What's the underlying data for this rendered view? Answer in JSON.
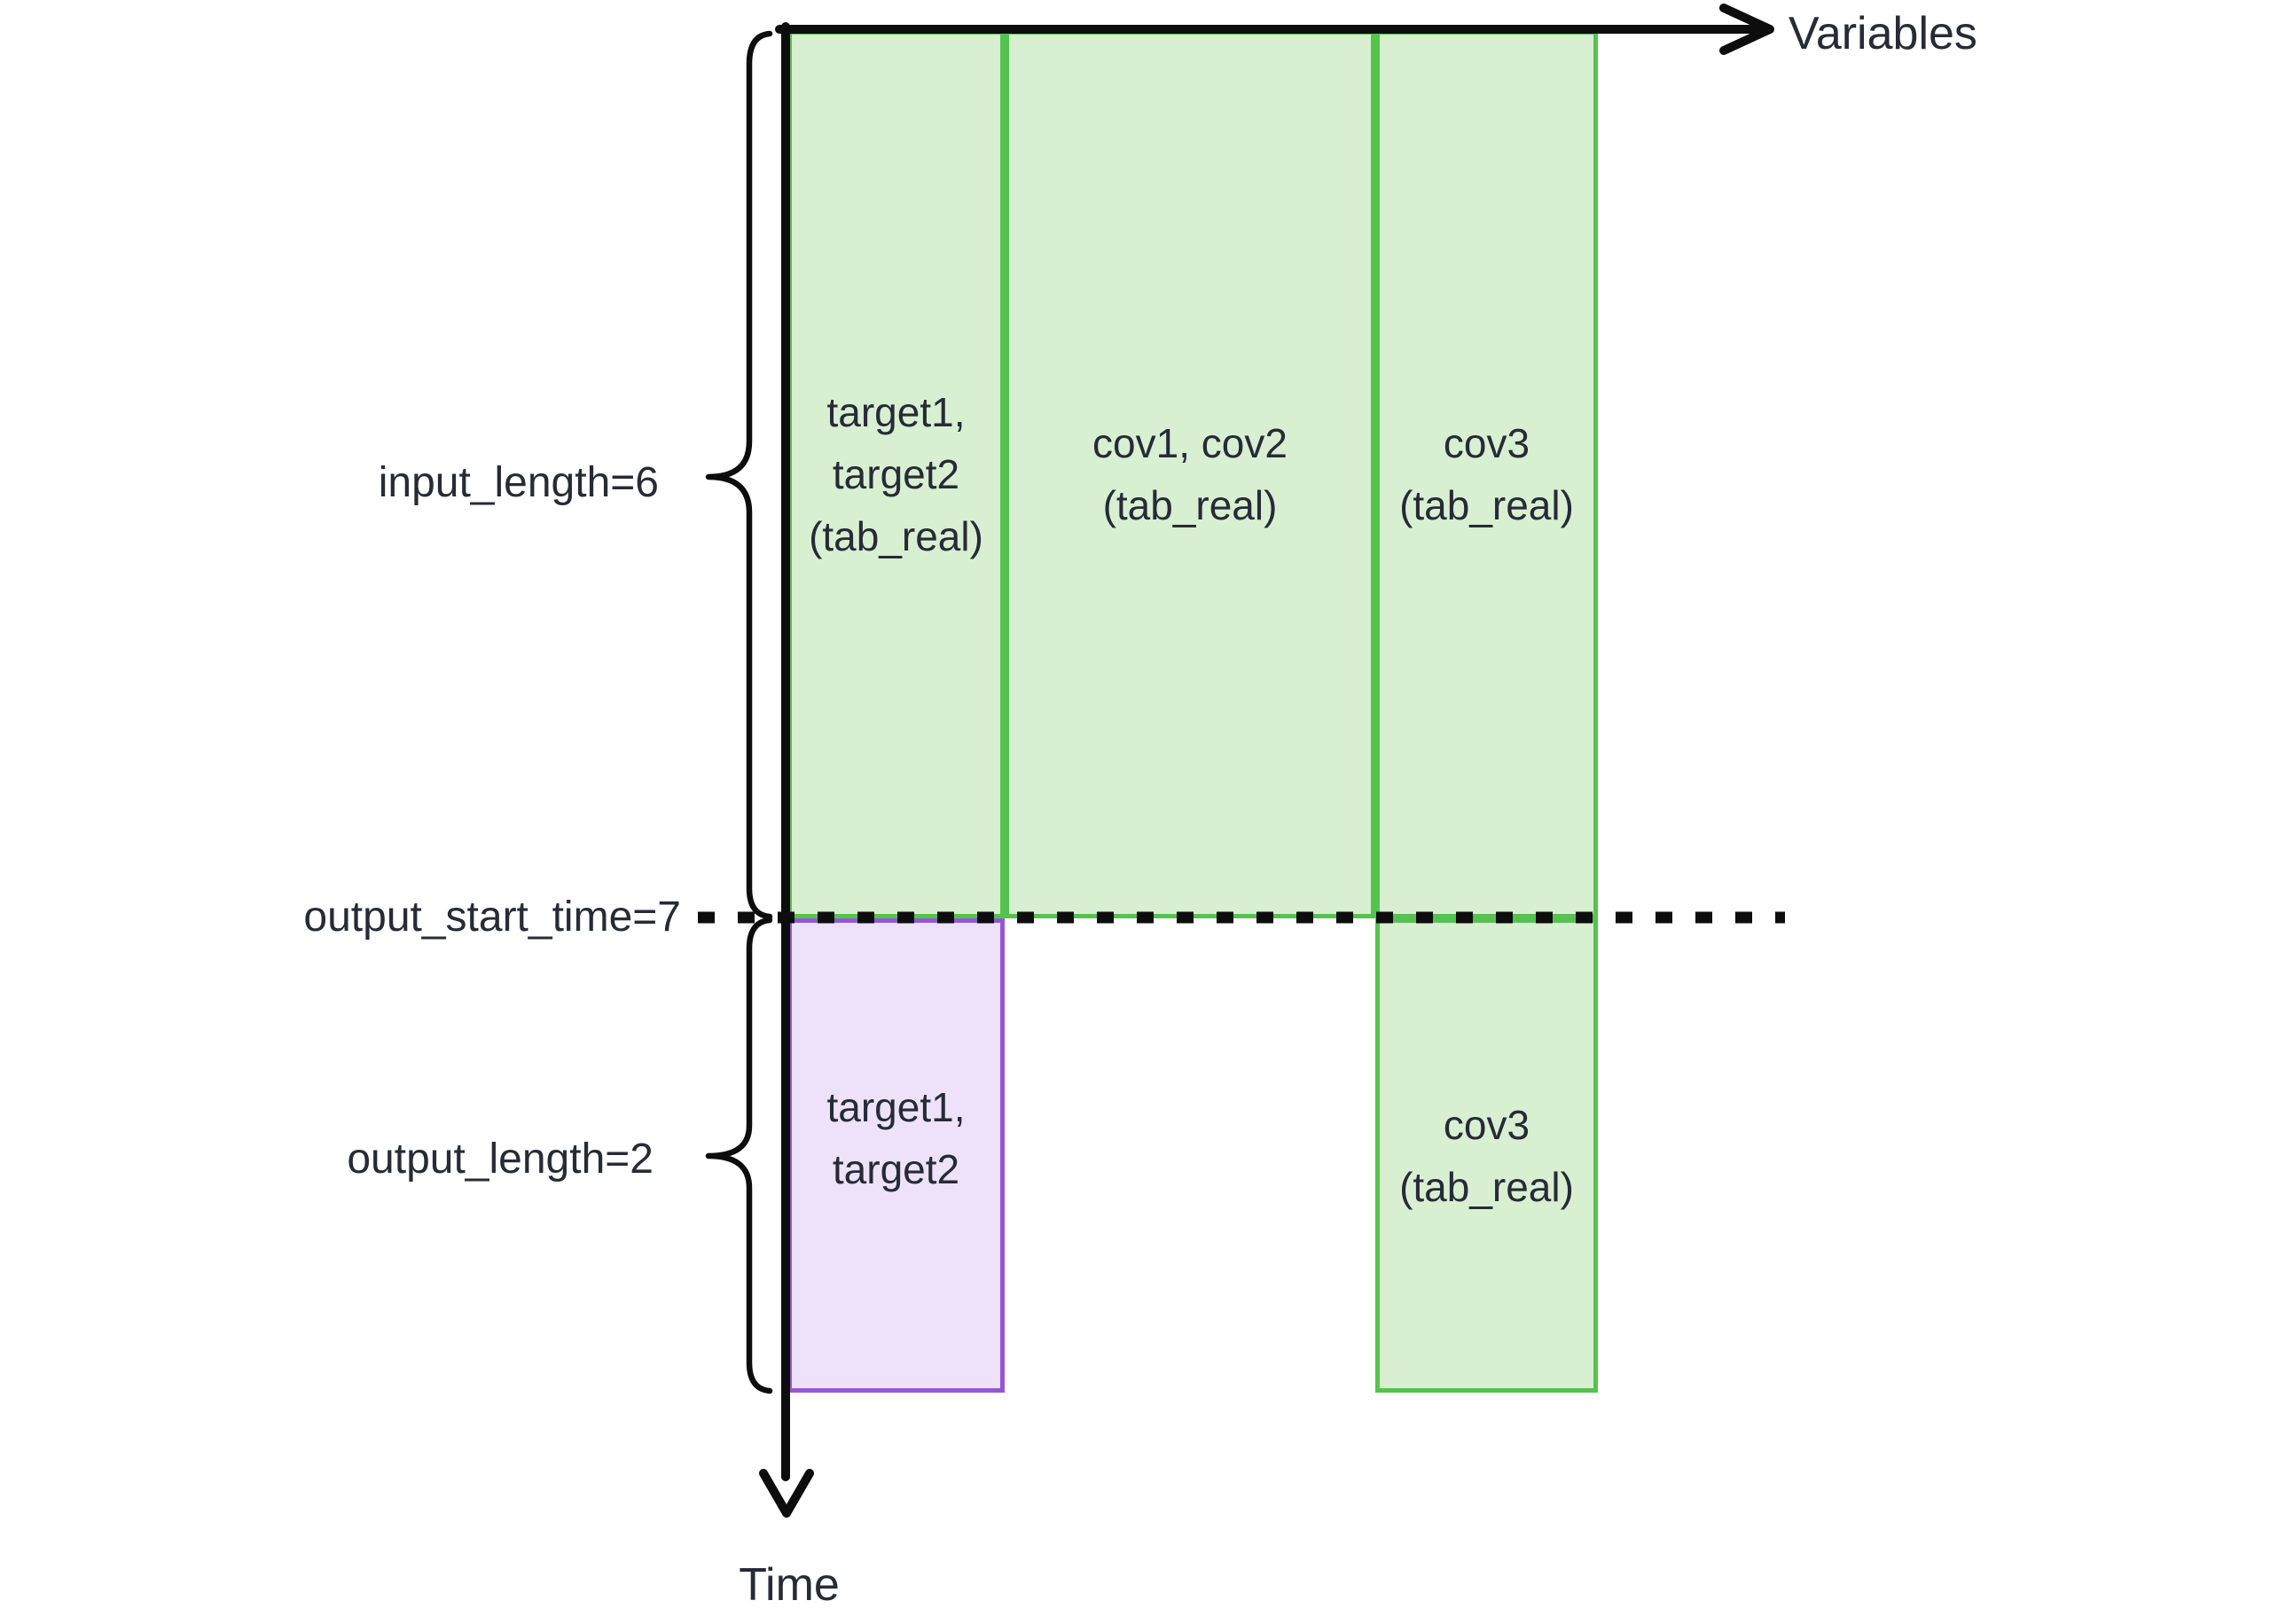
{
  "axes": {
    "x_label": "Variables",
    "y_label": "Time"
  },
  "annotations": {
    "input_length_label": "input_length=6",
    "output_start_time_label": "output_start_time=7",
    "output_length_label": "output_length=2"
  },
  "boxes": {
    "input_targets": "target1,\ntarget2\n(tab_real)",
    "input_cov12": "cov1, cov2\n(tab_real)",
    "input_cov3": "cov3\n(tab_real)",
    "output_targets": "target1,\ntarget2",
    "output_cov3": "cov3\n(tab_real)"
  },
  "values": {
    "input_length": 6,
    "output_length": 2,
    "output_start_time": 7
  },
  "colors": {
    "green-border": "#55c34e",
    "green-fill": "#d8efd2",
    "purple-border": "#9458d6",
    "purple-fill": "#ede2fa",
    "text": "#262b36",
    "axis": "#0d0d0d"
  }
}
